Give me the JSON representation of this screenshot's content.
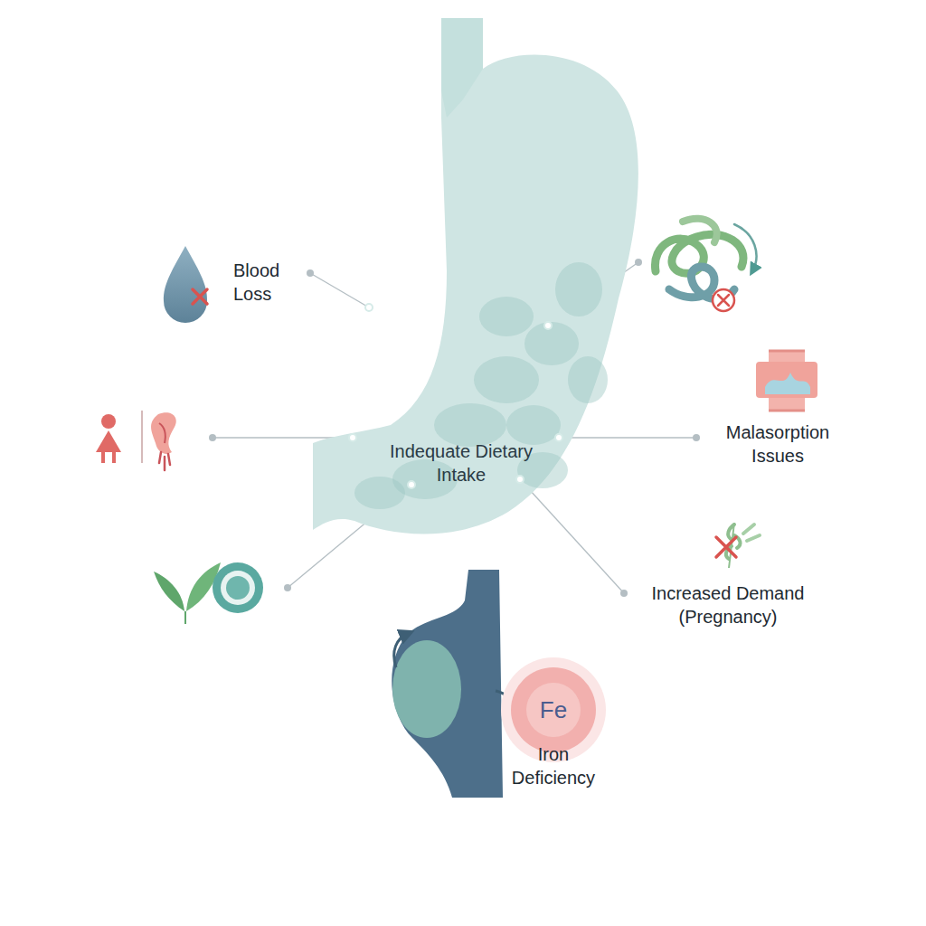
{
  "diagram": {
    "nodes": [
      {
        "text": [
          "Indequate Dietary Intake"
        ]
      },
      {
        "text": [
          "Fe",
          "Iron Deficiency"
        ]
      }
    ],
    "labels": [
      "Blood Loss",
      "Malasorption Issues",
      "Increased Demand (Pregnancy)"
    ]
  }
}
